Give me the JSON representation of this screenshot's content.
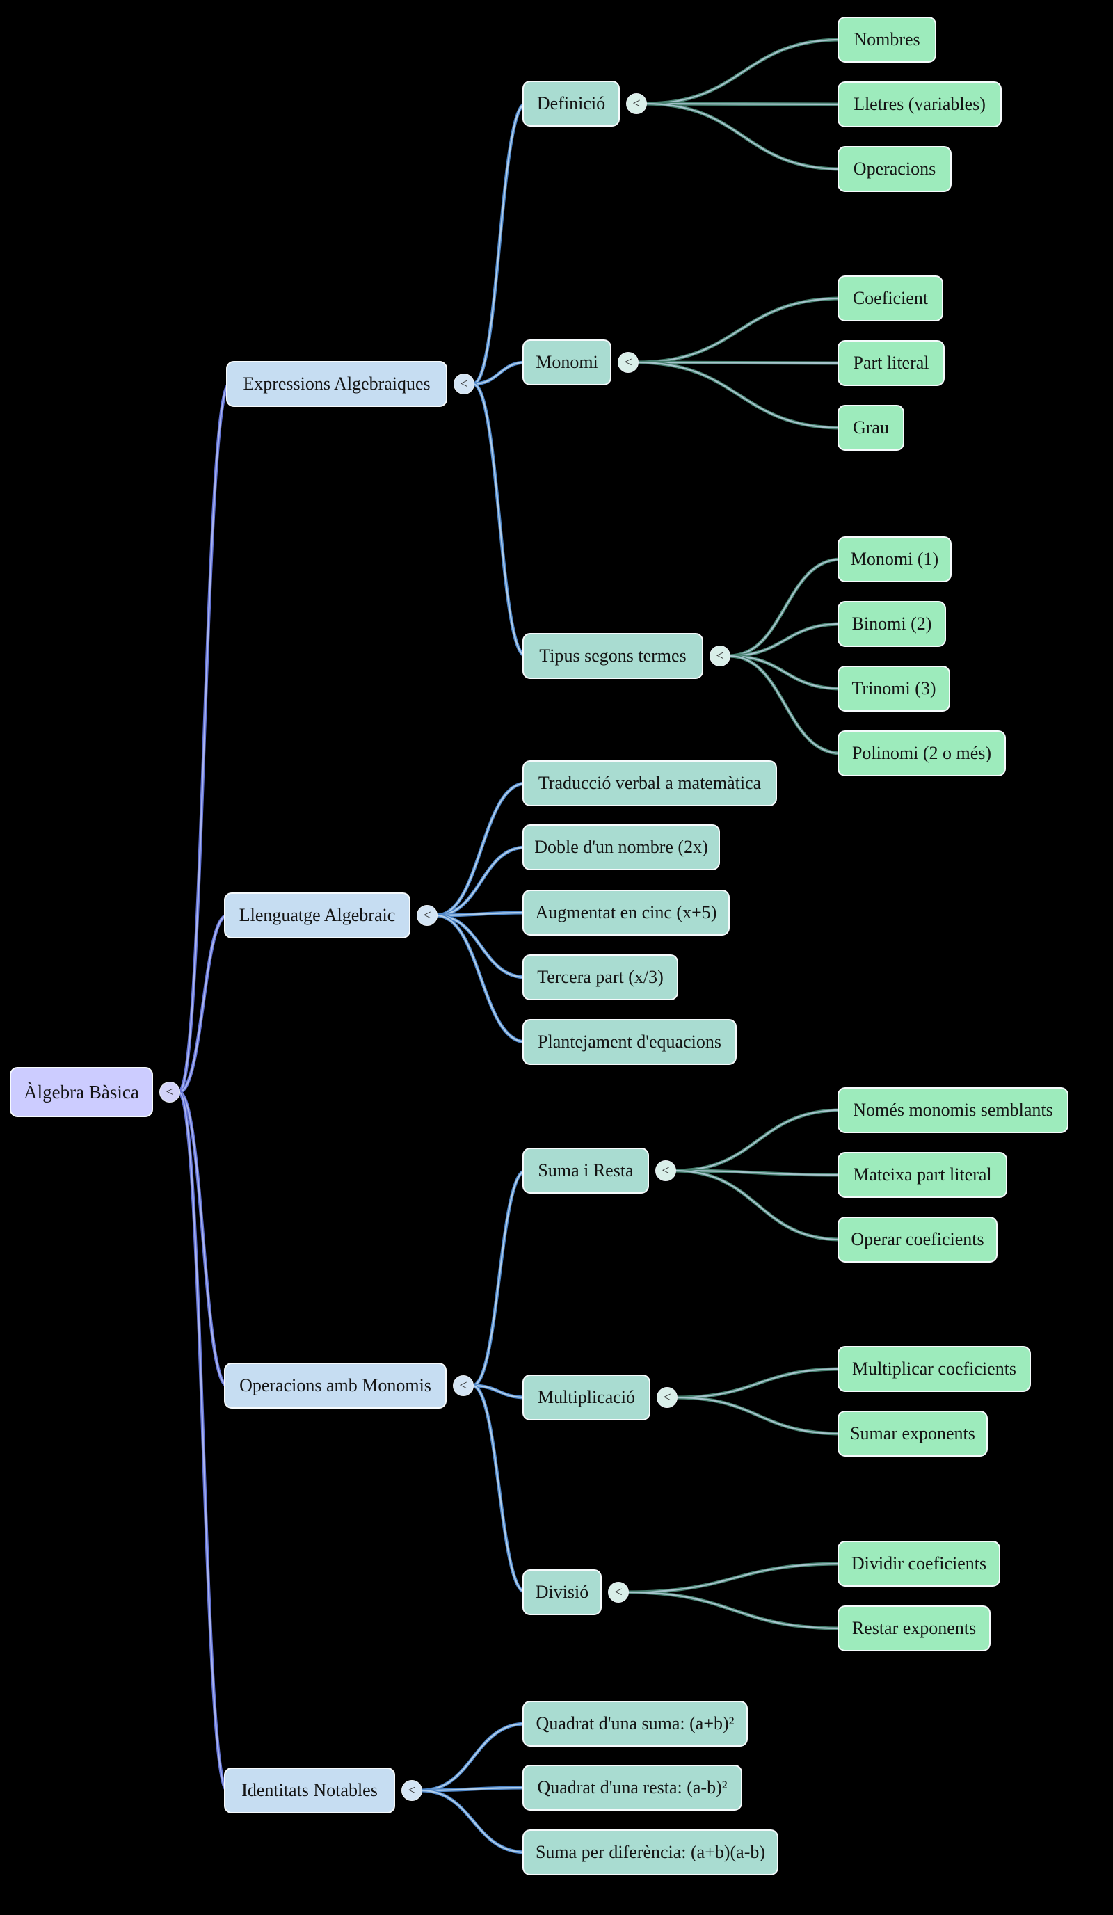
{
  "ui": {
    "collapse_glyph": "<"
  },
  "palette": {
    "background": "#000000",
    "root_fill": "#ccccff",
    "level1_fill": "#c6ddf2",
    "level2_fill": "#a9dcd1",
    "level3_fill": "#9debbc",
    "edge_root": "#6373d4",
    "edge_level1": "#4e86c8",
    "edge_level2": "#47806f"
  },
  "mindmap": {
    "root": {
      "label": "Àlgebra Bàsica"
    },
    "branches": [
      {
        "label": "Expressions Algebraiques",
        "children": [
          {
            "label": "Definició",
            "children": [
              {
                "label": "Nombres"
              },
              {
                "label": "Lletres (variables)"
              },
              {
                "label": "Operacions"
              }
            ]
          },
          {
            "label": "Monomi",
            "children": [
              {
                "label": "Coeficient"
              },
              {
                "label": "Part literal"
              },
              {
                "label": "Grau"
              }
            ]
          },
          {
            "label": "Tipus segons termes",
            "children": [
              {
                "label": "Monomi (1)"
              },
              {
                "label": "Binomi (2)"
              },
              {
                "label": "Trinomi (3)"
              },
              {
                "label": "Polinomi (2 o més)"
              }
            ]
          }
        ]
      },
      {
        "label": "Llenguatge Algebraic",
        "children": [
          {
            "label": "Traducció verbal a matemàtica"
          },
          {
            "label": "Doble d'un nombre (2x)"
          },
          {
            "label": "Augmentat en cinc (x+5)"
          },
          {
            "label": "Tercera part (x/3)"
          },
          {
            "label": "Plantejament d'equacions"
          }
        ]
      },
      {
        "label": "Operacions amb Monomis",
        "children": [
          {
            "label": "Suma i Resta",
            "children": [
              {
                "label": "Només monomis semblants"
              },
              {
                "label": "Mateixa part literal"
              },
              {
                "label": "Operar coeficients"
              }
            ]
          },
          {
            "label": "Multiplicació",
            "children": [
              {
                "label": "Multiplicar coeficients"
              },
              {
                "label": "Sumar exponents"
              }
            ]
          },
          {
            "label": "Divisió",
            "children": [
              {
                "label": "Dividir coeficients"
              },
              {
                "label": "Restar exponents"
              }
            ]
          }
        ]
      },
      {
        "label": "Identitats Notables",
        "children": [
          {
            "label": "Quadrat d'una suma: (a+b)²"
          },
          {
            "label": "Quadrat d'una resta: (a-b)²"
          },
          {
            "label": "Suma per diferència: (a+b)(a-b)"
          }
        ]
      }
    ]
  }
}
